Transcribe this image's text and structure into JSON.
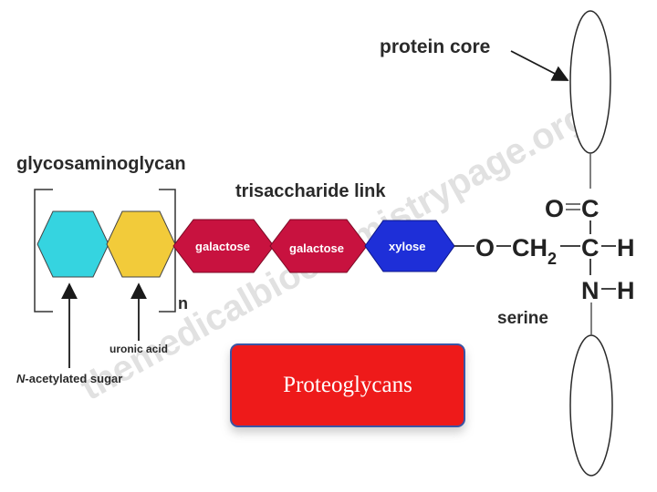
{
  "title": "Proteoglycans",
  "watermark": "themedicalbiochemistrypage.org",
  "labels": {
    "protein_core": "protein core",
    "glycosaminoglycan": "glycosaminoglycan",
    "trisaccharide_link": "trisaccharide link",
    "repeat_subscript": "n",
    "uronic_acid": "uronic acid",
    "n_prefix": "N",
    "acetylated_sugar": "-acetylated sugar",
    "serine": "serine"
  },
  "sugars": [
    {
      "label": "galactose",
      "color": "#c8123f"
    },
    {
      "label": "galactose",
      "color": "#c8123f"
    },
    {
      "label": "xylose",
      "color": "#1e2fd8"
    }
  ],
  "repeat_unit": [
    {
      "color": "#35d4e0"
    },
    {
      "color": "#f2cb3a"
    }
  ],
  "chemistry": {
    "o_link": "O",
    "ch": "CH",
    "ch_sub": "2",
    "carbonyl_o": "O",
    "carbonyl_c": "C",
    "alpha_c": "C",
    "alpha_h": "H",
    "amine_n": "N",
    "amine_h": "H"
  }
}
